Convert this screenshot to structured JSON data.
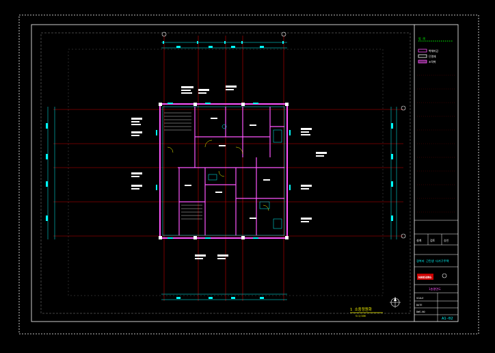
{
  "drawing": {
    "title_label": "1  소중정원화",
    "title_sub": "S=1/100",
    "sheet_number": "A1-02",
    "company_name": "HANSUNG",
    "project_name": "경북지 근린생 다가구주택",
    "drawing_name": "1층평면도",
    "legend_title": "범 례",
    "legend_items": [
      "벽체마감",
      "단열재",
      "조적벽"
    ],
    "title_block_rows": [
      "설계",
      "검토",
      "승인"
    ],
    "title_block_fields": [
      "SCALE",
      "DATE",
      "DWG.NO"
    ]
  },
  "colors": {
    "background": "#000000",
    "frame": "#ffffff",
    "wall": "#ff55ff",
    "grid_line": "#cc0000",
    "dimension": "#00ffff",
    "text_label": "#ffffff",
    "highlight": "#ffff00",
    "green_text": "#00ff00",
    "accent_red": "#ff0000"
  }
}
